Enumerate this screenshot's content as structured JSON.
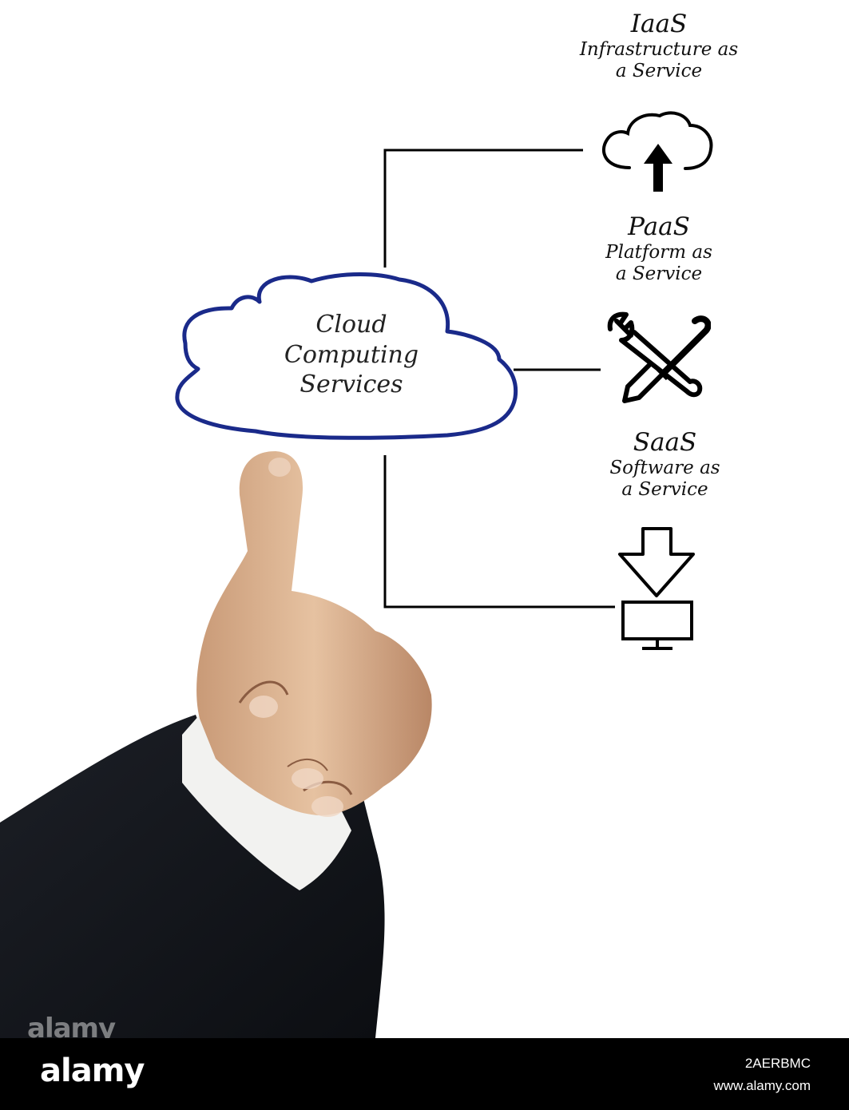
{
  "diagram": {
    "center": {
      "lines": [
        "Cloud",
        "Computing",
        "Services"
      ]
    },
    "branches": [
      {
        "abbr": "IaaS",
        "full_lines": [
          "Infrastructure as",
          "a Service"
        ],
        "icon": "cloud-upload-icon"
      },
      {
        "abbr": "PaaS",
        "full_lines": [
          "Platform as",
          "a Service"
        ],
        "icon": "wrench-screwdriver-icon"
      },
      {
        "abbr": "SaaS",
        "full_lines": [
          "Software as",
          "a Service"
        ],
        "icon": "download-monitor-icon"
      }
    ],
    "colors": {
      "cloud_outline": "#1a2a8a",
      "connector": "#000000",
      "text": "#111111"
    }
  },
  "photo": {
    "subject": "hand-pointing"
  },
  "watermark": {
    "logo_text": "alamy",
    "image_id": "2AERBMC",
    "url": "www.alamy.com"
  }
}
